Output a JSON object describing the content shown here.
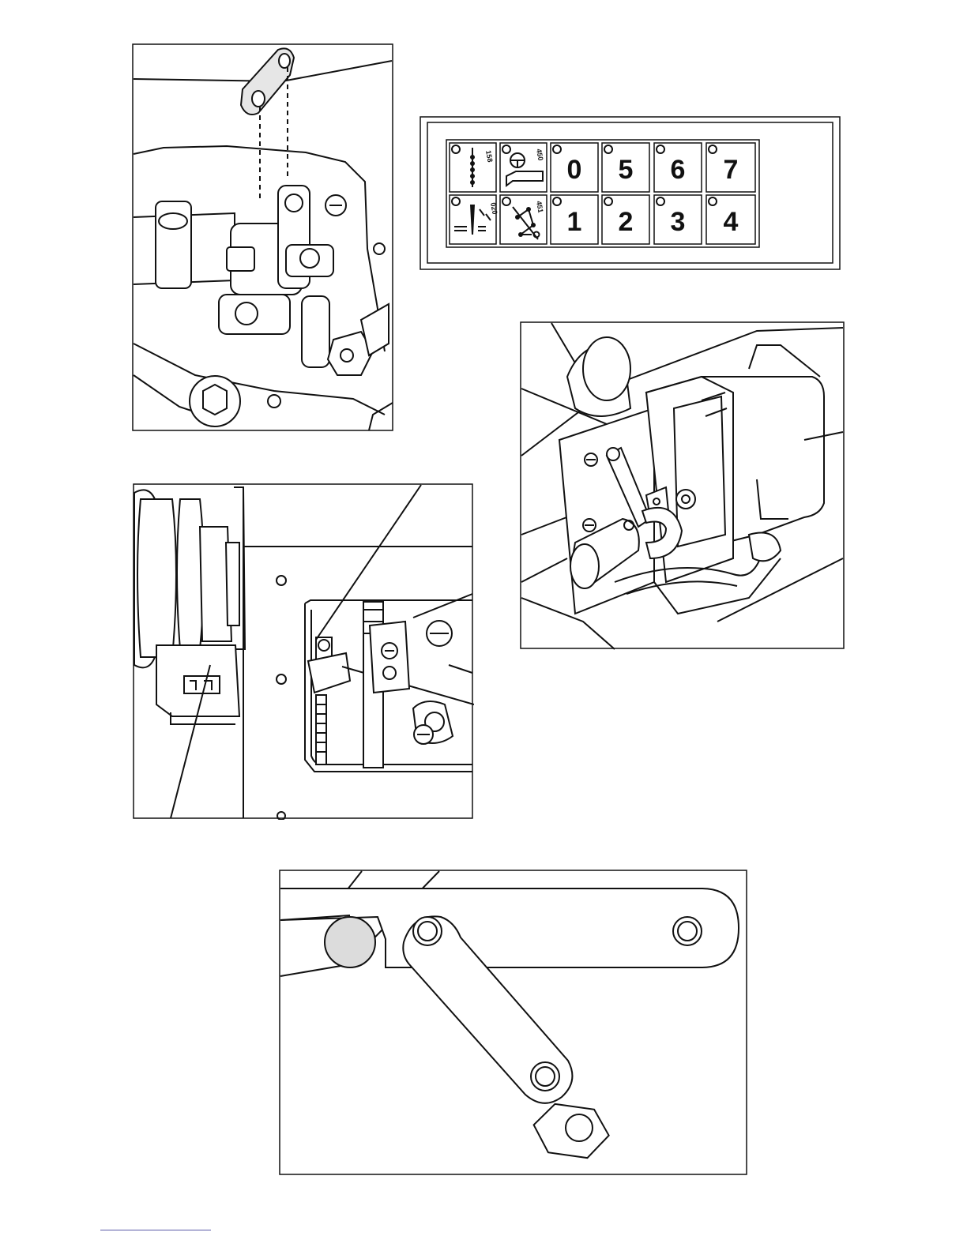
{
  "panel": {
    "keys_top": [
      "0",
      "5",
      "6",
      "7"
    ],
    "keys_bottom": [
      "1",
      "2",
      "3",
      "4"
    ],
    "icon_codes": [
      "158",
      "450",
      "020",
      "451"
    ]
  },
  "colors": {
    "line": "#111111",
    "accent": "#5a5aa8",
    "highlight": "#dcdcdc"
  }
}
